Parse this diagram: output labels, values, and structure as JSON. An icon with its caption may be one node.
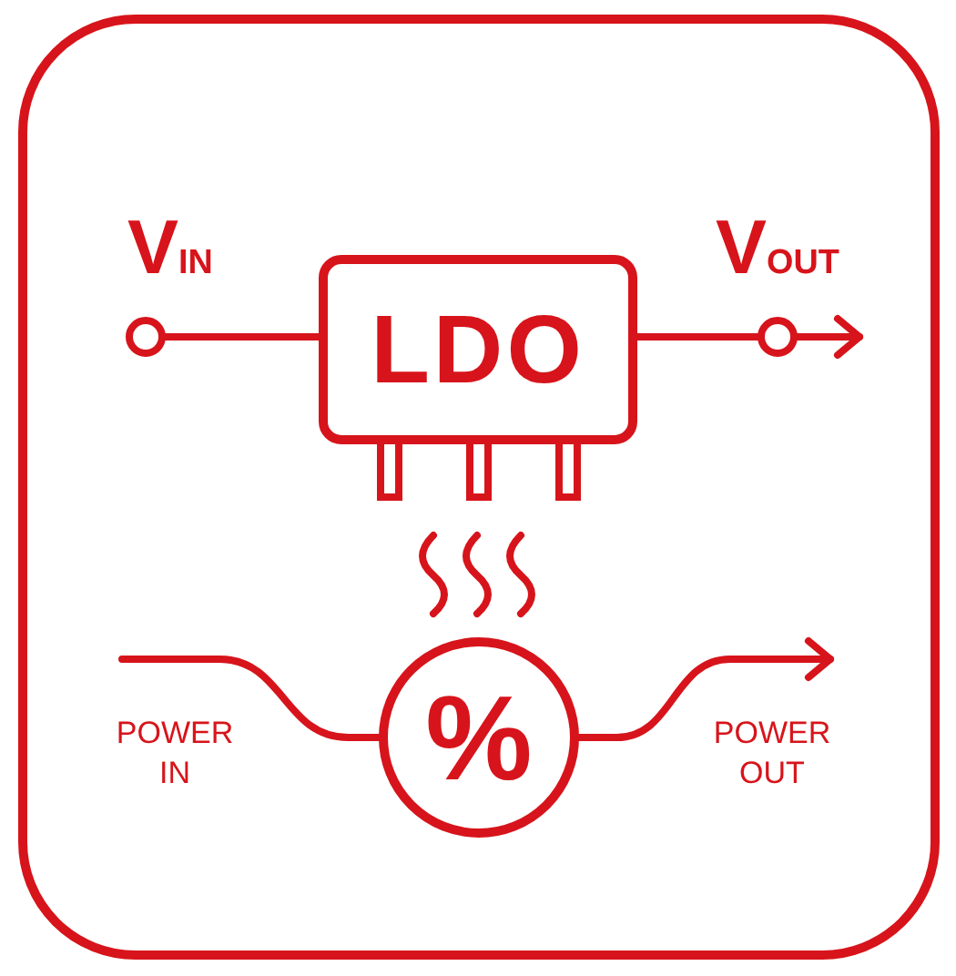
{
  "diagram": {
    "nodes": [
      {
        "text": [],
        "shape": "circle",
        "beside": [
          "V$_{IN}$"
        ]
      },
      {
        "text": [
          "LDO"
        ]
      },
      {
        "text": [],
        "shape": "circle",
        "beside": [
          "V$_{OUT}$"
        ]
      },
      {
        "text": [
          "%"
        ]
      }
    ],
    "edges": [
      {
        "from": 0,
        "to": 1,
        "arrow": "none"
      },
      {
        "from": 1,
        "to": 2,
        "arrow": "none"
      },
      {
        "from": 2,
        "to": null,
        "arrow": "to"
      },
      {
        "from": null,
        "to": 3,
        "arrow": "none"
      },
      {
        "from": 3,
        "to": null,
        "arrow": "to"
      }
    ],
    "labels": [
      "POWER IN",
      "POWER OUT"
    ]
  }
}
